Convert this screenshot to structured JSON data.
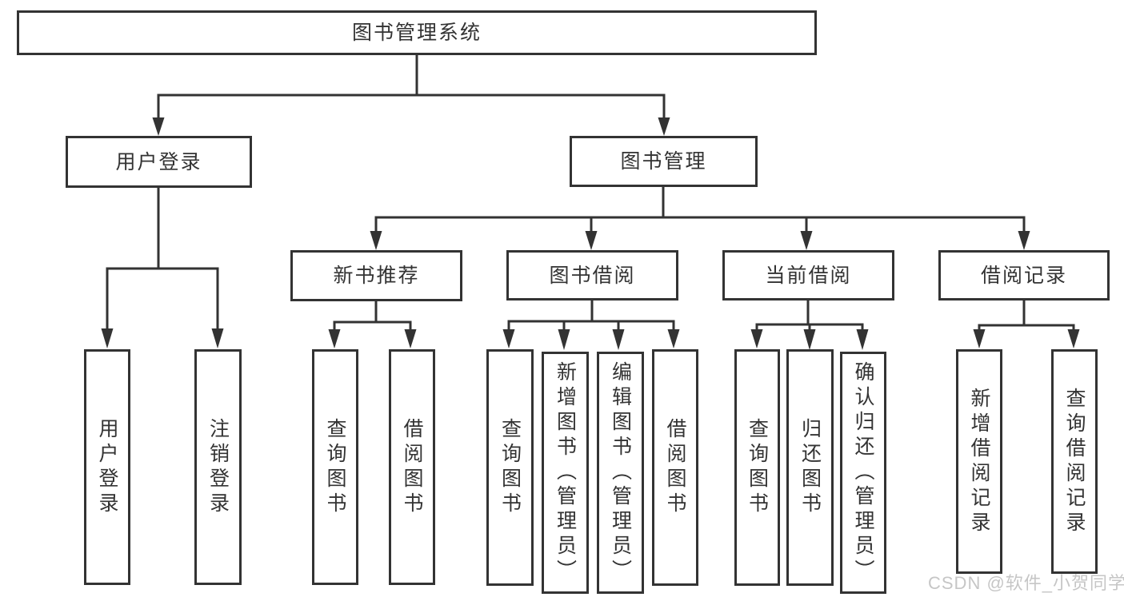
{
  "diagram_title": "图书管理系统",
  "root": {
    "label": "图书管理系统"
  },
  "branches": [
    {
      "label": "用户登录",
      "children": [
        {
          "label": "用户登录"
        },
        {
          "label": "注销登录"
        }
      ]
    },
    {
      "label": "图书管理",
      "children": [
        {
          "label": "新书推荐",
          "children": [
            {
              "label": "查询图书"
            },
            {
              "label": "借阅图书"
            }
          ]
        },
        {
          "label": "图书借阅",
          "children": [
            {
              "label": "查询图书"
            },
            {
              "label": "新增图书（管理员）"
            },
            {
              "label": "编辑图书（管理员）"
            },
            {
              "label": "借阅图书"
            }
          ]
        },
        {
          "label": "当前借阅",
          "children": [
            {
              "label": "查询图书"
            },
            {
              "label": "归还图书"
            },
            {
              "label": "确认归还（管理员）"
            }
          ]
        },
        {
          "label": "借阅记录",
          "children": [
            {
              "label": "新增借阅记录"
            },
            {
              "label": "查询借阅记录"
            }
          ]
        }
      ]
    }
  ],
  "watermark": "CSDN @软件_小贺同学",
  "colors": {
    "line": "#333333",
    "box_bg": "#ffffff",
    "page_bg": "#ffffff",
    "text": "#333333",
    "watermark": "#c6c6c6"
  }
}
